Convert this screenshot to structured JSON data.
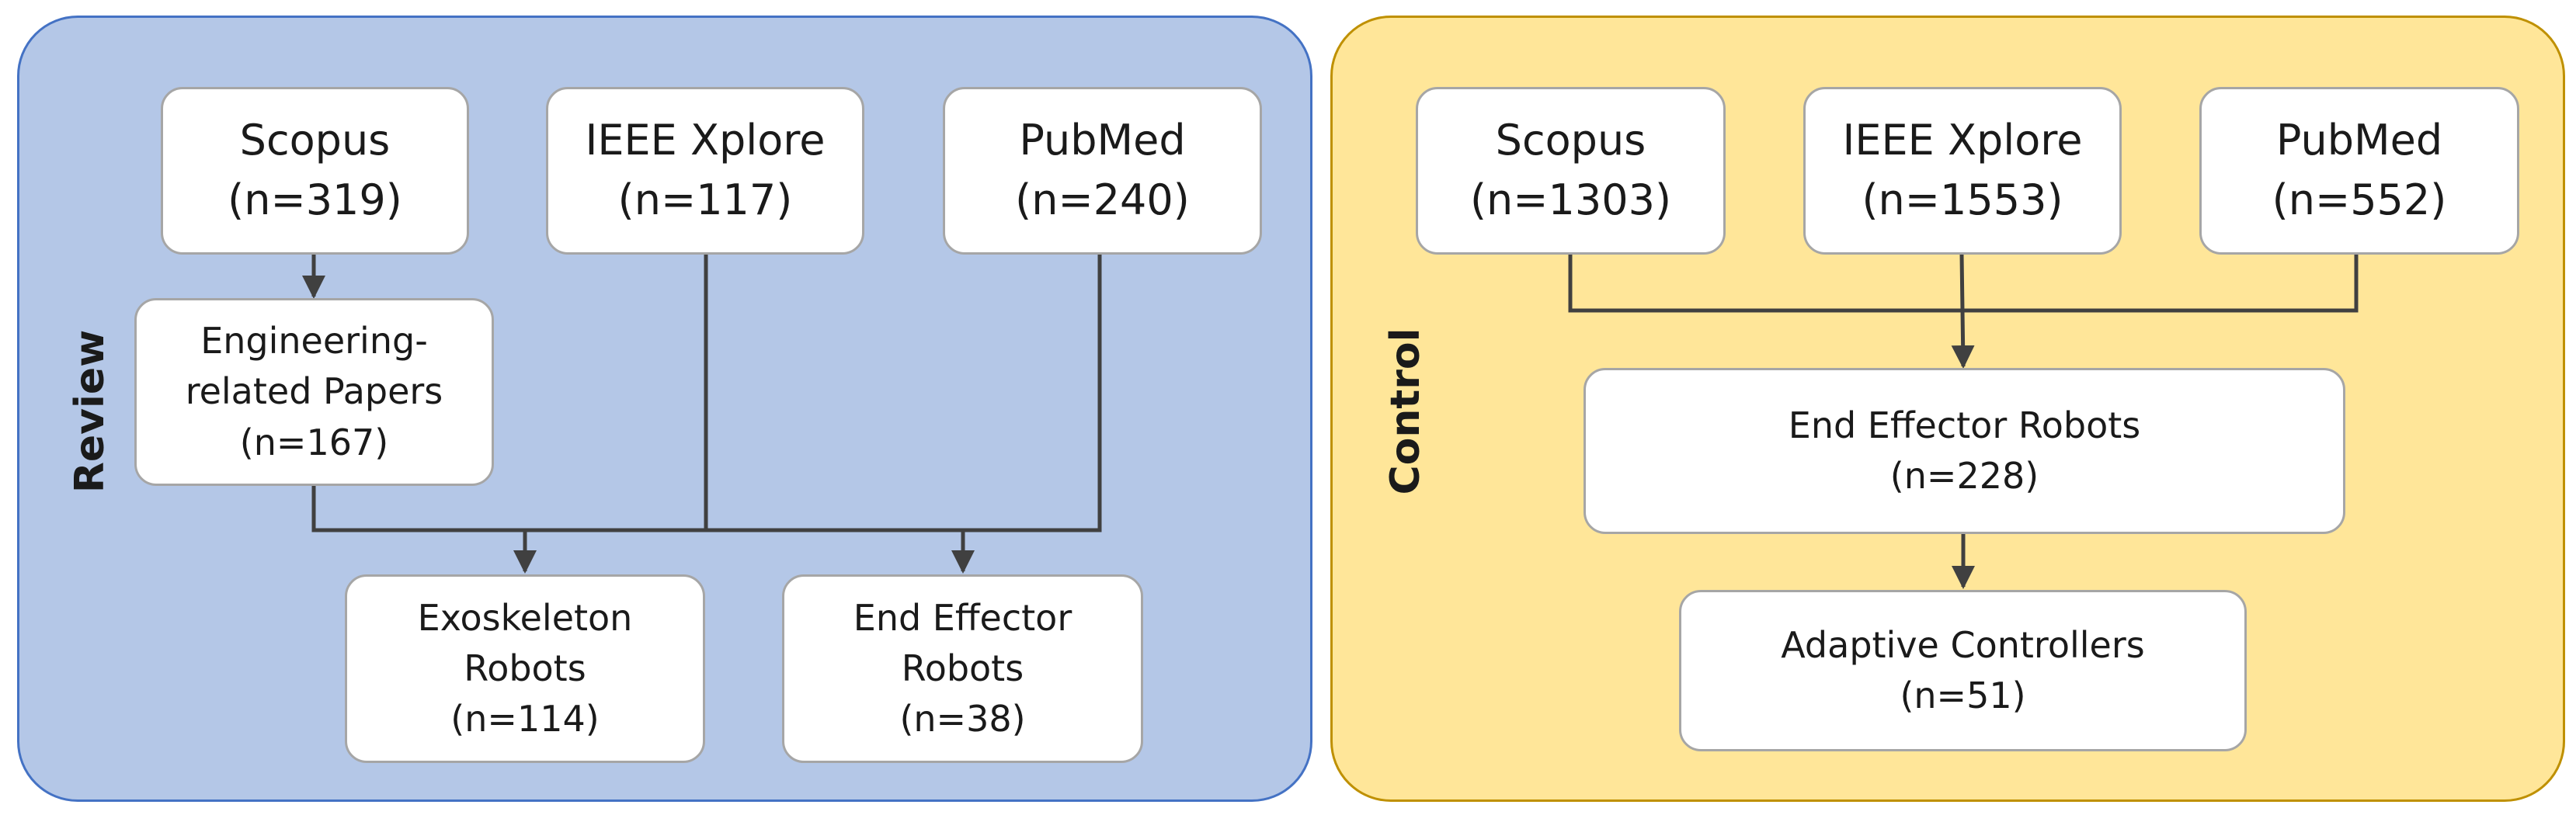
{
  "review": {
    "title": "Review",
    "sources": [
      {
        "name": "Scopus",
        "count": "(n=319)"
      },
      {
        "name": "IEEE Xplore",
        "count": "(n=117)"
      },
      {
        "name": "PubMed",
        "count": "(n=240)"
      }
    ],
    "engineering": {
      "line1": "Engineering-",
      "line2": "related Papers",
      "count": "(n=167)"
    },
    "exoskeleton": {
      "line1": "Exoskeleton",
      "line2": "Robots",
      "count": "(n=114)"
    },
    "end_effector": {
      "line1": "End Effector",
      "line2": "Robots",
      "count": "(n=38)"
    }
  },
  "control": {
    "title": "Control",
    "sources": [
      {
        "name": "Scopus",
        "count": "(n=1303)"
      },
      {
        "name": "IEEE Xplore",
        "count": "(n=1553)"
      },
      {
        "name": "PubMed",
        "count": "(n=552)"
      }
    ],
    "end_effector": {
      "line1": "End Effector Robots",
      "count": "(n=228)"
    },
    "adaptive": {
      "line1": "Adaptive Controllers",
      "count": "(n=51)"
    }
  }
}
